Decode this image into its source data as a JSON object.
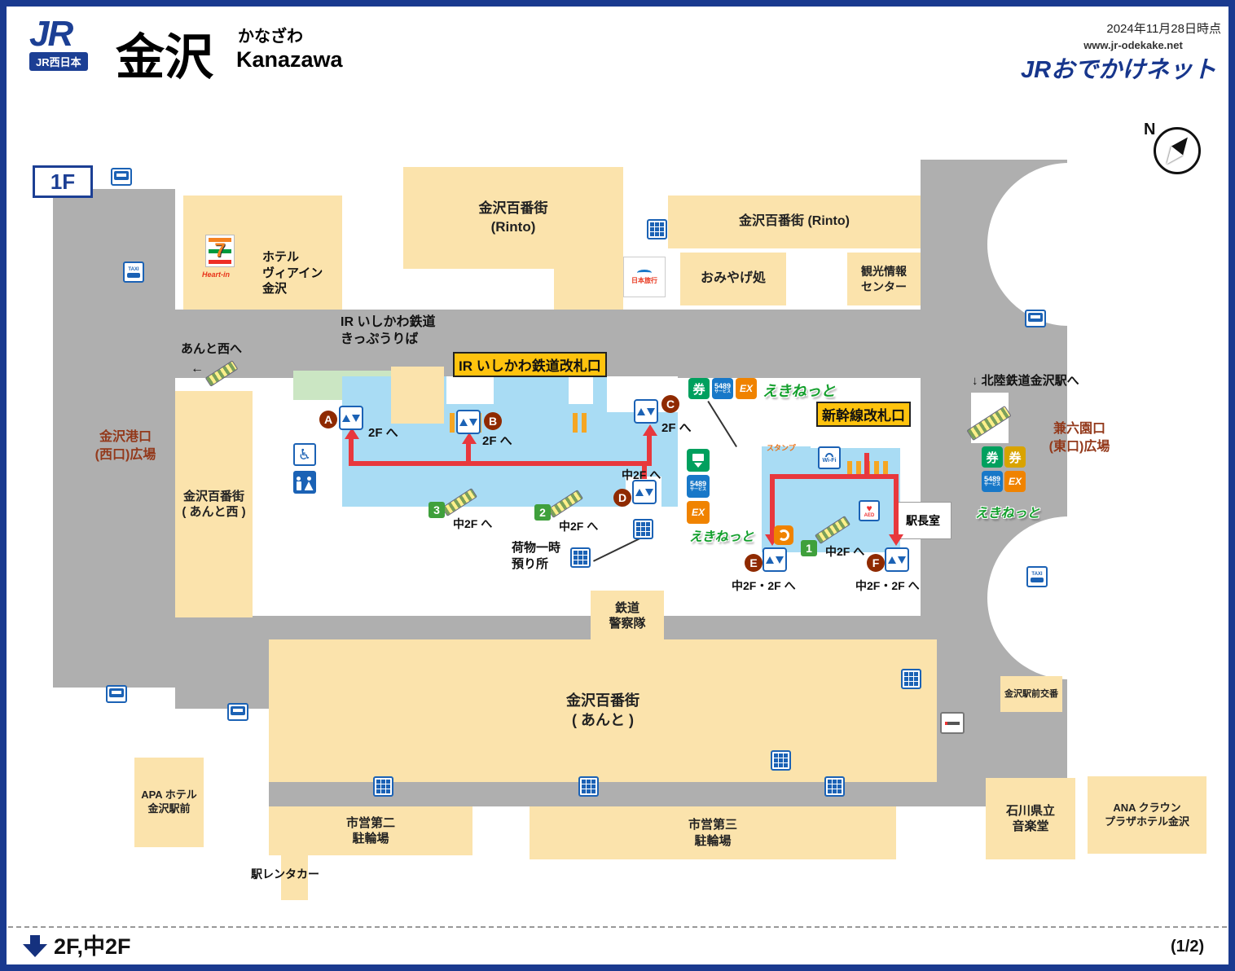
{
  "header": {
    "jr_mark": "JR",
    "company": "JR西日本",
    "station_kanji": "金沢",
    "station_kana": "かなざわ",
    "station_romaji": "Kanazawa",
    "date_note": "2024年11月28日時点",
    "website": "www.jr-odekake.net",
    "site_logo": "JRおでかけネット"
  },
  "floor": {
    "current": "1F",
    "footer_next": "2F,中2F",
    "page": "(1/2)"
  },
  "compass": {
    "north": "N"
  },
  "labels": {
    "ir_office": "IR いしかわ鉄道\nきっぷうりば",
    "ir_gate": "IR いしかわ鉄道改札口",
    "shinkansen_gate": "新幹線改札口",
    "anto_west_dir": "あんと西へ",
    "hokutetsu_dir": "↓ 北陸鉄道金沢駅へ",
    "west_plaza": "金沢港口\n(西口)広場",
    "east_plaza": "兼六園口\n(東口)広場",
    "nimotsu": "荷物一時\n預り所",
    "ekicho": "駅長室"
  },
  "buildings": {
    "hotel": "ホテル\nヴィアイン\n金沢",
    "rinto_main": "金沢百番街\n(Rinto)",
    "rinto_east": "金沢百番街 (Rinto)",
    "omiyage": "おみやげ処",
    "kanko": "観光情報\nセンター",
    "anto_west": "金沢百番街\n( あんと西 )",
    "anto": "金沢百番街\n( あんと )",
    "apa": "APA ホテル\n金沢駅前",
    "shiei2": "市営第二\n駐輪場",
    "shiei3": "市営第三\n駐輪場",
    "rentacar": "駅レンタカー",
    "ongakudo": "石川県立\n音楽堂",
    "ana": "ANA クラウン\nプラザホテル金沢",
    "koban": "金沢駅前交番",
    "police": "鉄道\n警察隊"
  },
  "elevators": [
    {
      "id": "A",
      "to": "2F へ"
    },
    {
      "id": "B",
      "to": "2F へ"
    },
    {
      "id": "C",
      "to": "2F へ"
    },
    {
      "id": "D",
      "to": "中2F へ"
    },
    {
      "id": "E",
      "to": "中2F・2F へ"
    },
    {
      "id": "F",
      "to": "中2F・2F へ"
    }
  ],
  "escalators": [
    {
      "id": "1",
      "to": "中2F へ"
    },
    {
      "id": "2",
      "to": "中2F へ"
    },
    {
      "id": "3",
      "to": "中2F へ"
    }
  ],
  "services": {
    "ekinet": "えきねっと",
    "s5489": "5489",
    "s5489_sub": "サービス",
    "ex": "EX",
    "ken": "券",
    "taxi": "TAXI",
    "wifi": "Wi-Fi",
    "aed": "AED",
    "stamp": "スタンプ",
    "seven": "7",
    "heart_in": "Heart-in",
    "nihon_ryoko": "日本旅行"
  },
  "icons": {
    "wheelchair": "♿",
    "heart": "♥",
    "left_arrow": "←"
  }
}
